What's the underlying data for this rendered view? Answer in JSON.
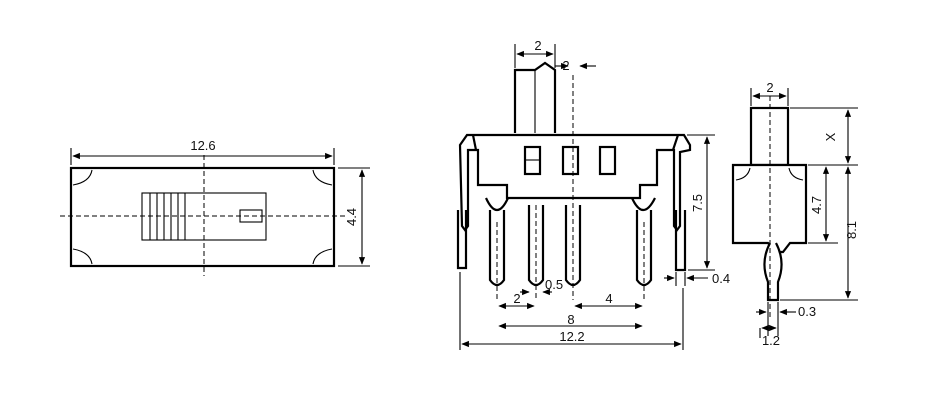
{
  "top_view": {
    "length": "12.6",
    "height": "4.4"
  },
  "front_view": {
    "actuator_width": "2",
    "actuator_offset": "2",
    "body_height": "7.5",
    "pin_width": "0.5",
    "pin_pitch": "2",
    "pin_spacing": "4",
    "outer_pin_span": "8",
    "overall_width": "12.2",
    "tab_thickness": "0.4"
  },
  "side_view": {
    "actuator_width": "2",
    "actuator_length": "X",
    "body_height": "4.7",
    "overall_height": "8.1",
    "pin_thickness": "0.3",
    "pin_width": "1.2"
  }
}
